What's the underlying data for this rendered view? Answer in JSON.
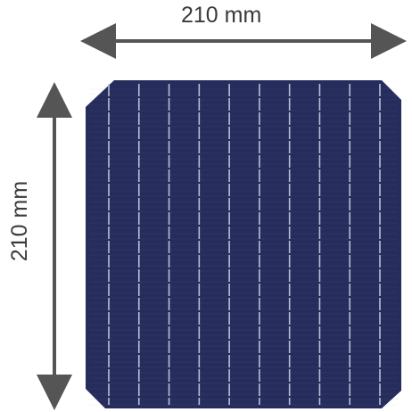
{
  "dimensions": {
    "width_label": "210 mm",
    "height_label": "210 mm"
  },
  "cell": {
    "color": "#262c5c",
    "busbar_color": "#b8bfd6",
    "busbar_count": 10
  },
  "arrow_color": "#555555"
}
